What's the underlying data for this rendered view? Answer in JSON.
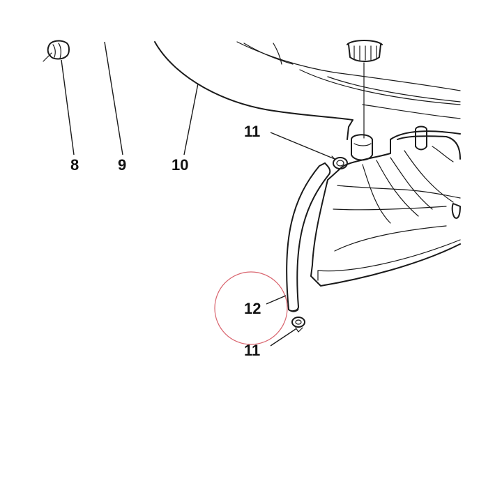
{
  "diagram": {
    "labels": {
      "part_8": "8",
      "part_9": "9",
      "part_10": "10",
      "part_11_upper": "11",
      "part_12": "12",
      "part_11_lower": "11"
    },
    "colors": {
      "line": "#1a1a1a",
      "highlight_circle": "#d9646e",
      "background": "#ffffff"
    }
  }
}
